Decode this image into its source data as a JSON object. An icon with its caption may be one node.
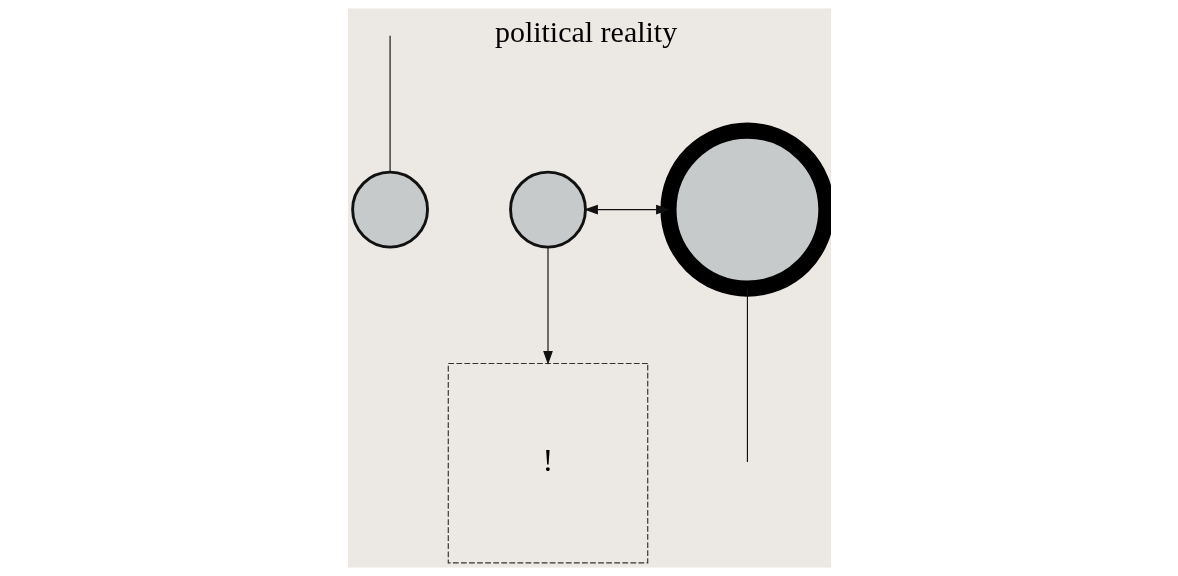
{
  "diagram": {
    "nodes": [
      {
        "text": [],
        "shape": "circle"
      },
      {
        "text": [],
        "shape": "circle"
      },
      {
        "text": [],
        "shape": "circle"
      },
      {
        "text": [
          "!"
        ]
      }
    ],
    "edges": [
      {
        "from": null,
        "to": 0,
        "arrow": "none"
      },
      {
        "from": 2,
        "to": null,
        "arrow": "none"
      },
      {
        "from": 1,
        "to": 2,
        "arrow": "both"
      },
      {
        "from": 1,
        "to": 3,
        "arrow": "to"
      }
    ],
    "labels": [
      "political reality"
    ]
  }
}
